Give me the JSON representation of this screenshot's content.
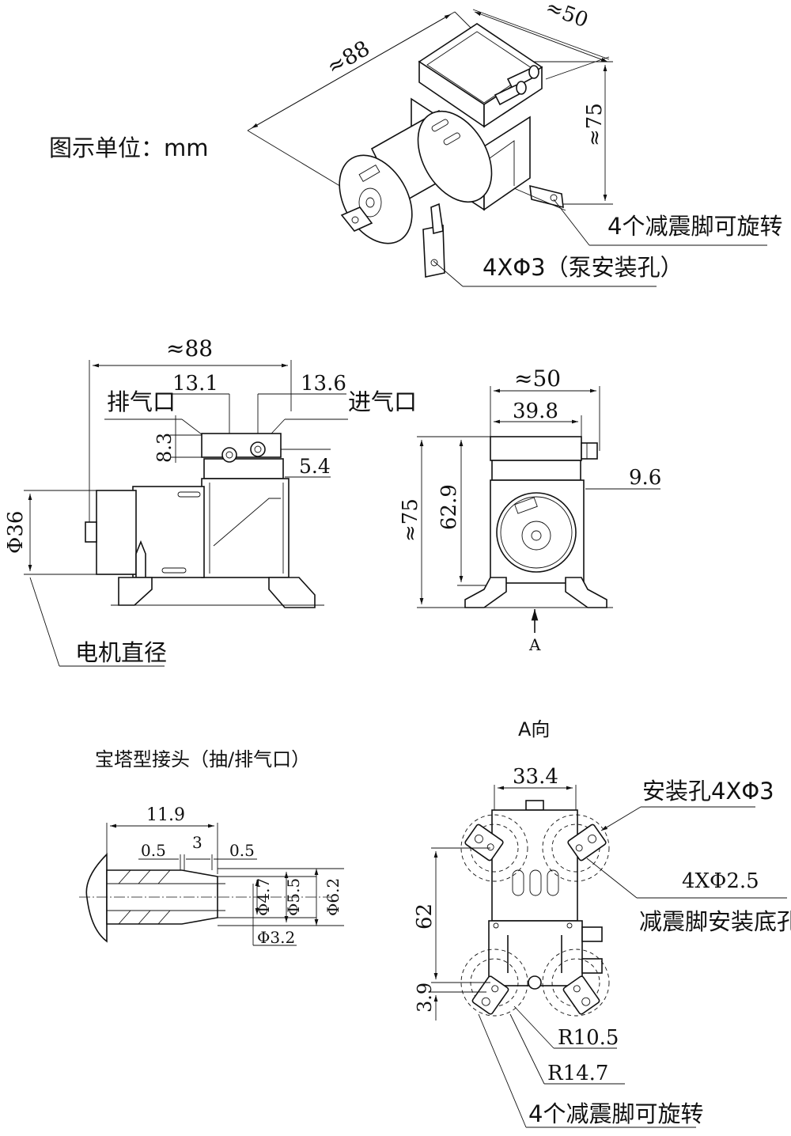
{
  "unit_note": "图示单位：mm",
  "iso_view": {
    "dim_length": "≈88",
    "dim_width": "≈50",
    "dim_height": "≈75",
    "callout_feet": "4个减震脚可旋转",
    "callout_holes": "4XΦ3（泵安装孔）"
  },
  "side_view": {
    "dim_length": "≈88",
    "dim_exhaust_offset": "13.1",
    "dim_inlet_offset": "13.6",
    "label_exhaust": "排气口",
    "label_inlet": "进气口",
    "dim_port_height": "8.3",
    "dim_port_drop": "5.4",
    "dim_motor_dia": "Φ36",
    "label_motor_dia": "电机直径"
  },
  "front_view": {
    "dim_width": "≈50",
    "dim_head_width": "39.8",
    "dim_nozzle": "9.6",
    "dim_height": "≈75",
    "dim_body_height": "62.9",
    "view_arrow_label": "A"
  },
  "barb_fitting": {
    "title": "宝塔型接头（抽/排气口）",
    "dim_length": "11.9",
    "dim_gap_left": "0.5",
    "dim_mid": "3",
    "dim_gap_right": "0.5",
    "dim_d47": "Φ4.7",
    "dim_d55": "Φ5.5",
    "dim_d62": "Φ6.2",
    "dim_d32": "Φ3.2"
  },
  "a_view": {
    "title": "A向",
    "dim_head": "33.4",
    "callout_holes": "安装孔4XΦ3",
    "callout_base_dia": "4XΦ2.5",
    "callout_base": "减震脚安装底孔",
    "dim_spacing": "62",
    "dim_offset": "3.9",
    "dim_r_inner": "R10.5",
    "dim_r_outer": "R14.7",
    "callout_feet": "4个减震脚可旋转"
  }
}
